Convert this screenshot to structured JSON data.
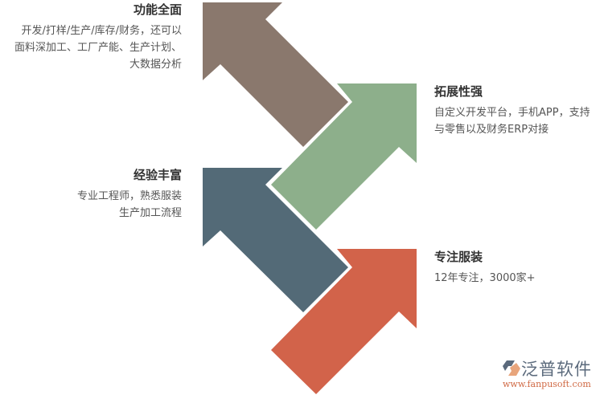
{
  "colors": {
    "arrow_brown": "#8a786d",
    "arrow_green": "#8daf8b",
    "arrow_slate": "#536a77",
    "arrow_orange": "#d2634a",
    "logo_text": "#5b6a7c",
    "logo_url": "#d06a45"
  },
  "features": [
    {
      "title": "功能全面",
      "desc_lines": [
        "开发/打样/生产/库存/财务，还可以",
        "面料深加工、工厂产能、生产计划、",
        "大数据分析"
      ]
    },
    {
      "title": "拓展性强",
      "desc_lines": [
        "自定义开发平台，手机APP，支持",
        "与零售以及财务ERP对接"
      ]
    },
    {
      "title": "经验丰富",
      "desc_lines": [
        "专业工程师，熟悉服装",
        "生产加工流程"
      ]
    },
    {
      "title": "专注服装",
      "desc_lines": [
        "12年专注，3000家+"
      ]
    }
  ],
  "logo": {
    "brand": "泛普软件",
    "url": "www.fanpusoft.com"
  }
}
